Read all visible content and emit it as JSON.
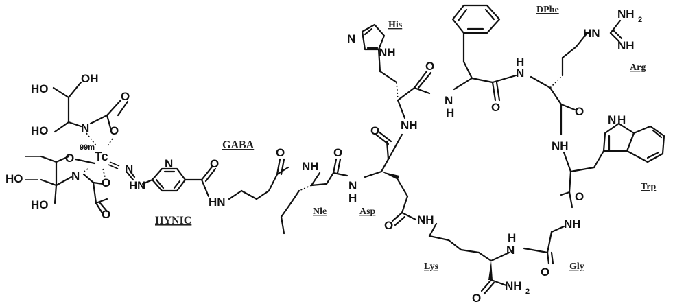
{
  "residues": {
    "his": "His",
    "dphe": "DPhe",
    "arg": "Arg",
    "trp": "Trp",
    "gly": "Gly",
    "lys": "Lys",
    "asp": "Asp",
    "nle": "Nle",
    "gaba": "GABA",
    "hynic": "HYNIC"
  },
  "atoms": {
    "ho1": "HO",
    "oh1": "OH",
    "ho2": "HO",
    "ho3": "HO",
    "ho4": "HO",
    "n_tc_top": "N",
    "n_tc_bot": "N",
    "o_tc1": "O",
    "o_tc2": "O",
    "o_tc3": "O",
    "o_carb1": "O",
    "o_carb2": "O",
    "tc_iso": "99m",
    "tc": "Tc",
    "n_azo": "N",
    "nh_hynic": "N",
    "h_hynic": "H",
    "n_pyr": "N",
    "o_hynic": "O",
    "hn_gaba": "HN",
    "o_gaba": "O",
    "nh_nle": "NH",
    "o_nle": "O",
    "n_his_ring": "N",
    "nh_his_ring": "NH",
    "o_his": "O",
    "nh_his": "NH",
    "o_asp": "O",
    "nh_asp": "N",
    "h_asp": "H",
    "o_asp_side": "O",
    "nh_lys_side": "NH",
    "nh_dphe": "N",
    "h_dphe": "H",
    "o_dphe": "O",
    "nh_arg": "N",
    "h_arg": "H",
    "nh2_arg": "NH",
    "nh2_arg_sub": "2",
    "hn_arg": "HN",
    "nh_arg_imine": "NH",
    "o_arg": "O",
    "nh_trp_back": "NH",
    "nh_trp_ring": "N",
    "h_trp_ring": "H",
    "o_trp": "O",
    "nh_gly": "NH",
    "o_gly": "O",
    "nh_lys": "N",
    "h_lys": "H",
    "o_lys": "O",
    "nh2_lys": "NH",
    "nh2_lys_sub": "2"
  }
}
